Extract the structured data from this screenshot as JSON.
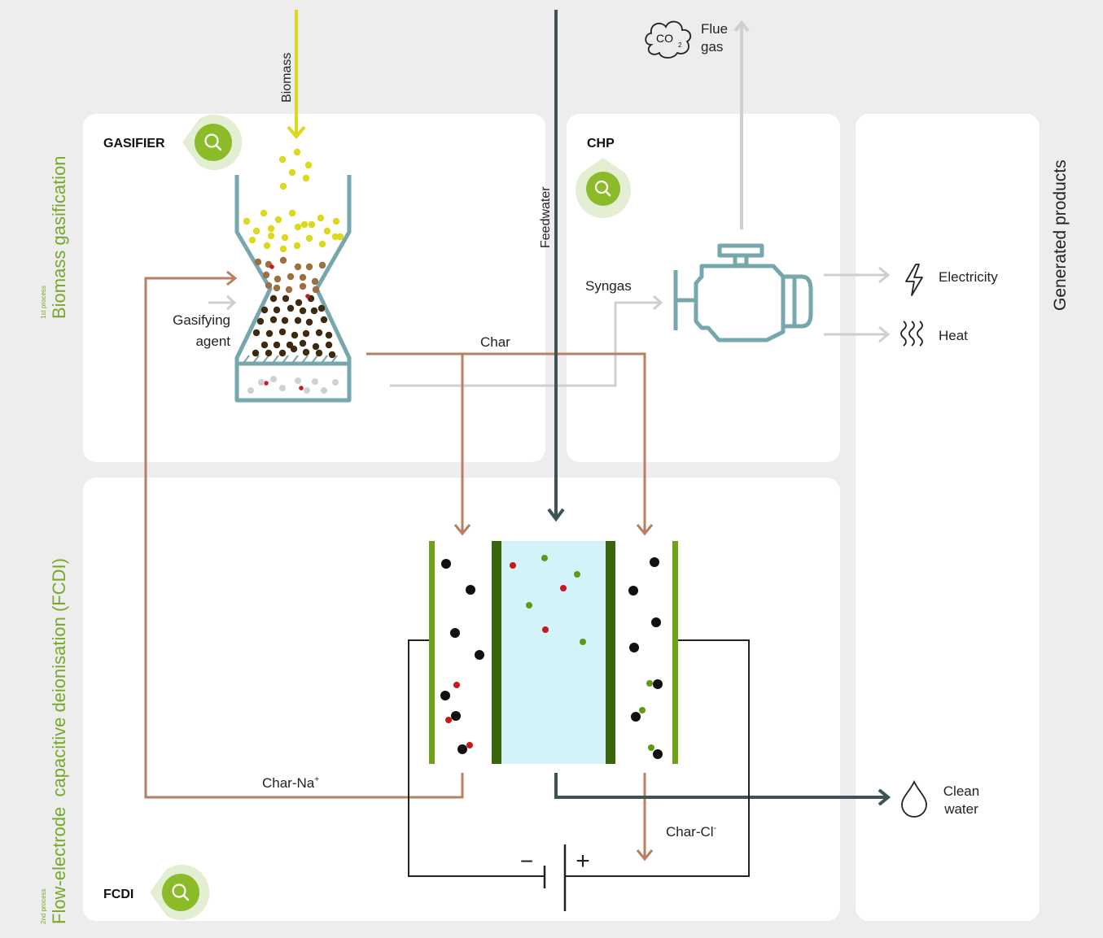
{
  "side_labels": {
    "process1_superscript": "1st process",
    "process1_title": "Biomass gasification",
    "process2_superscript": "2nd process",
    "process2_title": "Flow-electrode  capacitive deionisation (FCDI)",
    "products_title": "Generated products"
  },
  "sections": {
    "gasifier": "GASIFIER",
    "chp": "CHP",
    "fcdi": "FCDI"
  },
  "flows": {
    "biomass": "Biomass",
    "feedwater": "Feedwater",
    "gasifying_agent_1": "Gasifying",
    "gasifying_agent_2": "agent",
    "char": "Char",
    "syngas": "Syngas",
    "flue_gas_1": "Flue",
    "flue_gas_2": "gas",
    "co2": "CO",
    "co2_sub": "2",
    "char_na": "Char-Na",
    "char_na_sup": "+",
    "char_cl": "Char-Cl",
    "char_cl_sup": "-"
  },
  "products": {
    "electricity": "Electricity",
    "heat": "Heat",
    "clean_water_1": "Clean",
    "clean_water_2": "water"
  },
  "battery": {
    "minus": "−",
    "plus": "+"
  },
  "colors": {
    "biomass_yellow": "#dcd81c",
    "char_brown": "#b87f60",
    "water_dark": "#3d5457",
    "gasifier_teal": "#75a7ac",
    "green": "#6da316",
    "dark_green": "#3b650d",
    "channel_blue": "#d3f3f8",
    "ion_red": "#c81a1a"
  }
}
